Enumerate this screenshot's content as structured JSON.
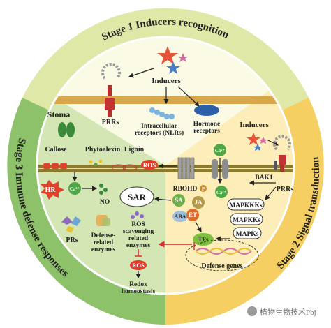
{
  "stages": {
    "stage1": "Stage 1  Inducers recognition",
    "stage2": "Stage 2  Signal transduction",
    "stage3": "Stage 3  Immune defense responses"
  },
  "top": {
    "inducers": "Inducers",
    "prrs": "PRRs",
    "hormone_receptors_1": "Hormone",
    "hormone_receptors_2": "receptors",
    "nlr_1": "Intracellular",
    "nlr_2": "receptors (NLRs)"
  },
  "right": {
    "inducers": "Inducers",
    "bak1": "BAK1",
    "prrs": "PRRs",
    "ca": "Ca²⁺",
    "mapkkks": "MAPKKKs",
    "mapkks": "MAPKKs",
    "mapks": "MAPKs"
  },
  "left": {
    "stoma": "Stoma",
    "callose": "Callose",
    "phytoalexin": "Phytoalexin",
    "lignin": "Lignin",
    "ros": "ROS",
    "hr": "HR",
    "ca": "Ca²⁺",
    "no": "NO",
    "sar": "SAR",
    "prs": "PRs",
    "def_enz_1": "Defense-",
    "def_enz_2": "related",
    "def_enz_3": "enzymes",
    "ros_scav_1": "ROS",
    "ros_scav_2": "scavenging",
    "ros_scav_3": "related",
    "ros_scav_4": "enzymes",
    "ros2": "ROS",
    "redox_1": "Redox",
    "redox_2": "homeostasis"
  },
  "center": {
    "rbohd": "RBOHD",
    "p": "P",
    "sa": "SA",
    "ja": "JA",
    "aba": "ABA",
    "et": "ET",
    "tfs": "TFs",
    "defense_genes": "Defense genes"
  },
  "watermark": "植物生物技术Pbj",
  "colors": {
    "stage1": "#dfe8a6",
    "stage2": "#f5cf62",
    "stage3": "#8ec26a",
    "inner_top": "#fbfbe5",
    "inner_right": "#fdedb8",
    "inner_left": "#d3e6b3",
    "ros": "#e23b2a"
  }
}
